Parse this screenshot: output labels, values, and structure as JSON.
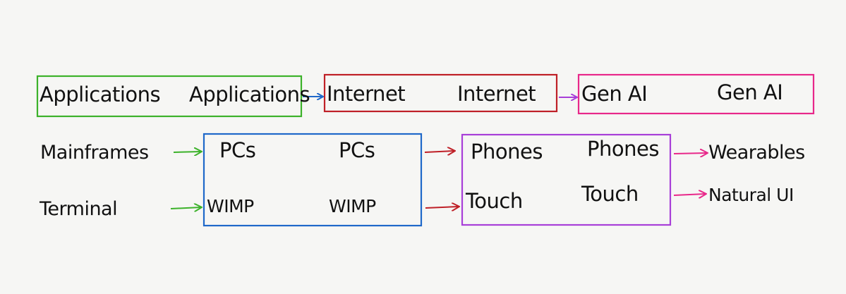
{
  "colors": {
    "background": "#f6f6f4",
    "ink": "#111111",
    "green": "#3cb22a",
    "blue": "#1f68c9",
    "red": "#bf2027",
    "magenta": "#e8288a",
    "purple": "#a83fd8"
  },
  "rows": {
    "top": {
      "group1": [
        "Applications",
        "Applications"
      ],
      "group2": [
        "Internet",
        "Internet"
      ],
      "group3": [
        "Gen AI",
        "Gen AI"
      ]
    },
    "middle": {
      "start": "Mainframes",
      "group_pcs": [
        "PCs",
        "PCs"
      ],
      "group_phones": [
        "Phones",
        "Phones"
      ],
      "end": "Wearables"
    },
    "bottom": {
      "start": "Terminal",
      "group_wimp": [
        "WIMP",
        "WIMP"
      ],
      "group_touch": [
        "Touch",
        "Touch"
      ],
      "end": "Natural UI"
    }
  }
}
